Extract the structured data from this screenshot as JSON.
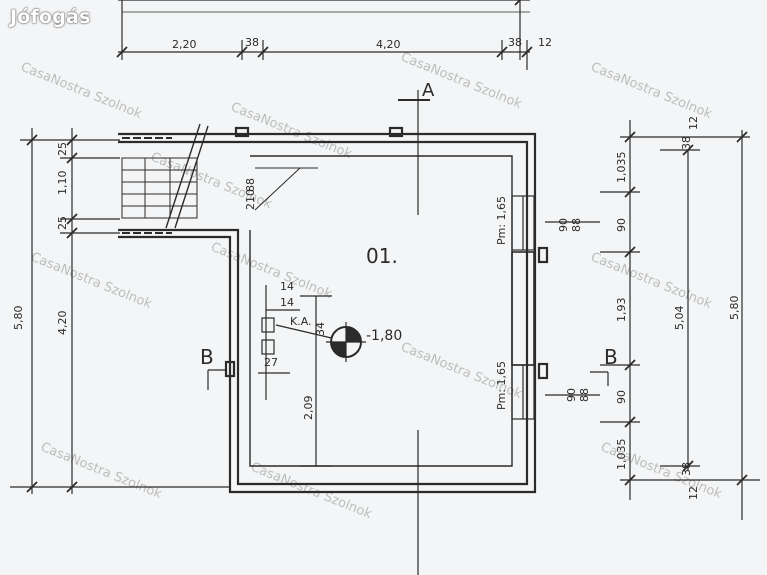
{
  "logo": {
    "text": "Jófogás"
  },
  "watermark": {
    "text": "CasaNostra Szolnok"
  },
  "plan": {
    "room_label": "01.",
    "floor_level": "-1,80",
    "section_a": "A",
    "section_b_left": "B",
    "section_b_right": "B",
    "top_dims": [
      "2,20",
      "38",
      "4,20",
      "38",
      "12"
    ],
    "left_dims": [
      "5,80",
      "1,10",
      "4,20",
      "25",
      "25"
    ],
    "right_dims": [
      "1,035",
      "90",
      "1,93",
      "90",
      "1,035",
      "5,04",
      "5,80",
      "38",
      "38",
      "12",
      "12"
    ],
    "stair_dims": [
      "88",
      "210"
    ],
    "window_labels": [
      "Pm: 1,65",
      "Pm: 1,65"
    ],
    "window_dims": [
      "90",
      "88",
      "90",
      "88"
    ],
    "inner_dims": [
      "2,09",
      "14",
      "14",
      "K.A.",
      "34",
      "27"
    ]
  },
  "colors": {
    "ink": "#2b2b2b",
    "paper": "#f4f5f6"
  }
}
